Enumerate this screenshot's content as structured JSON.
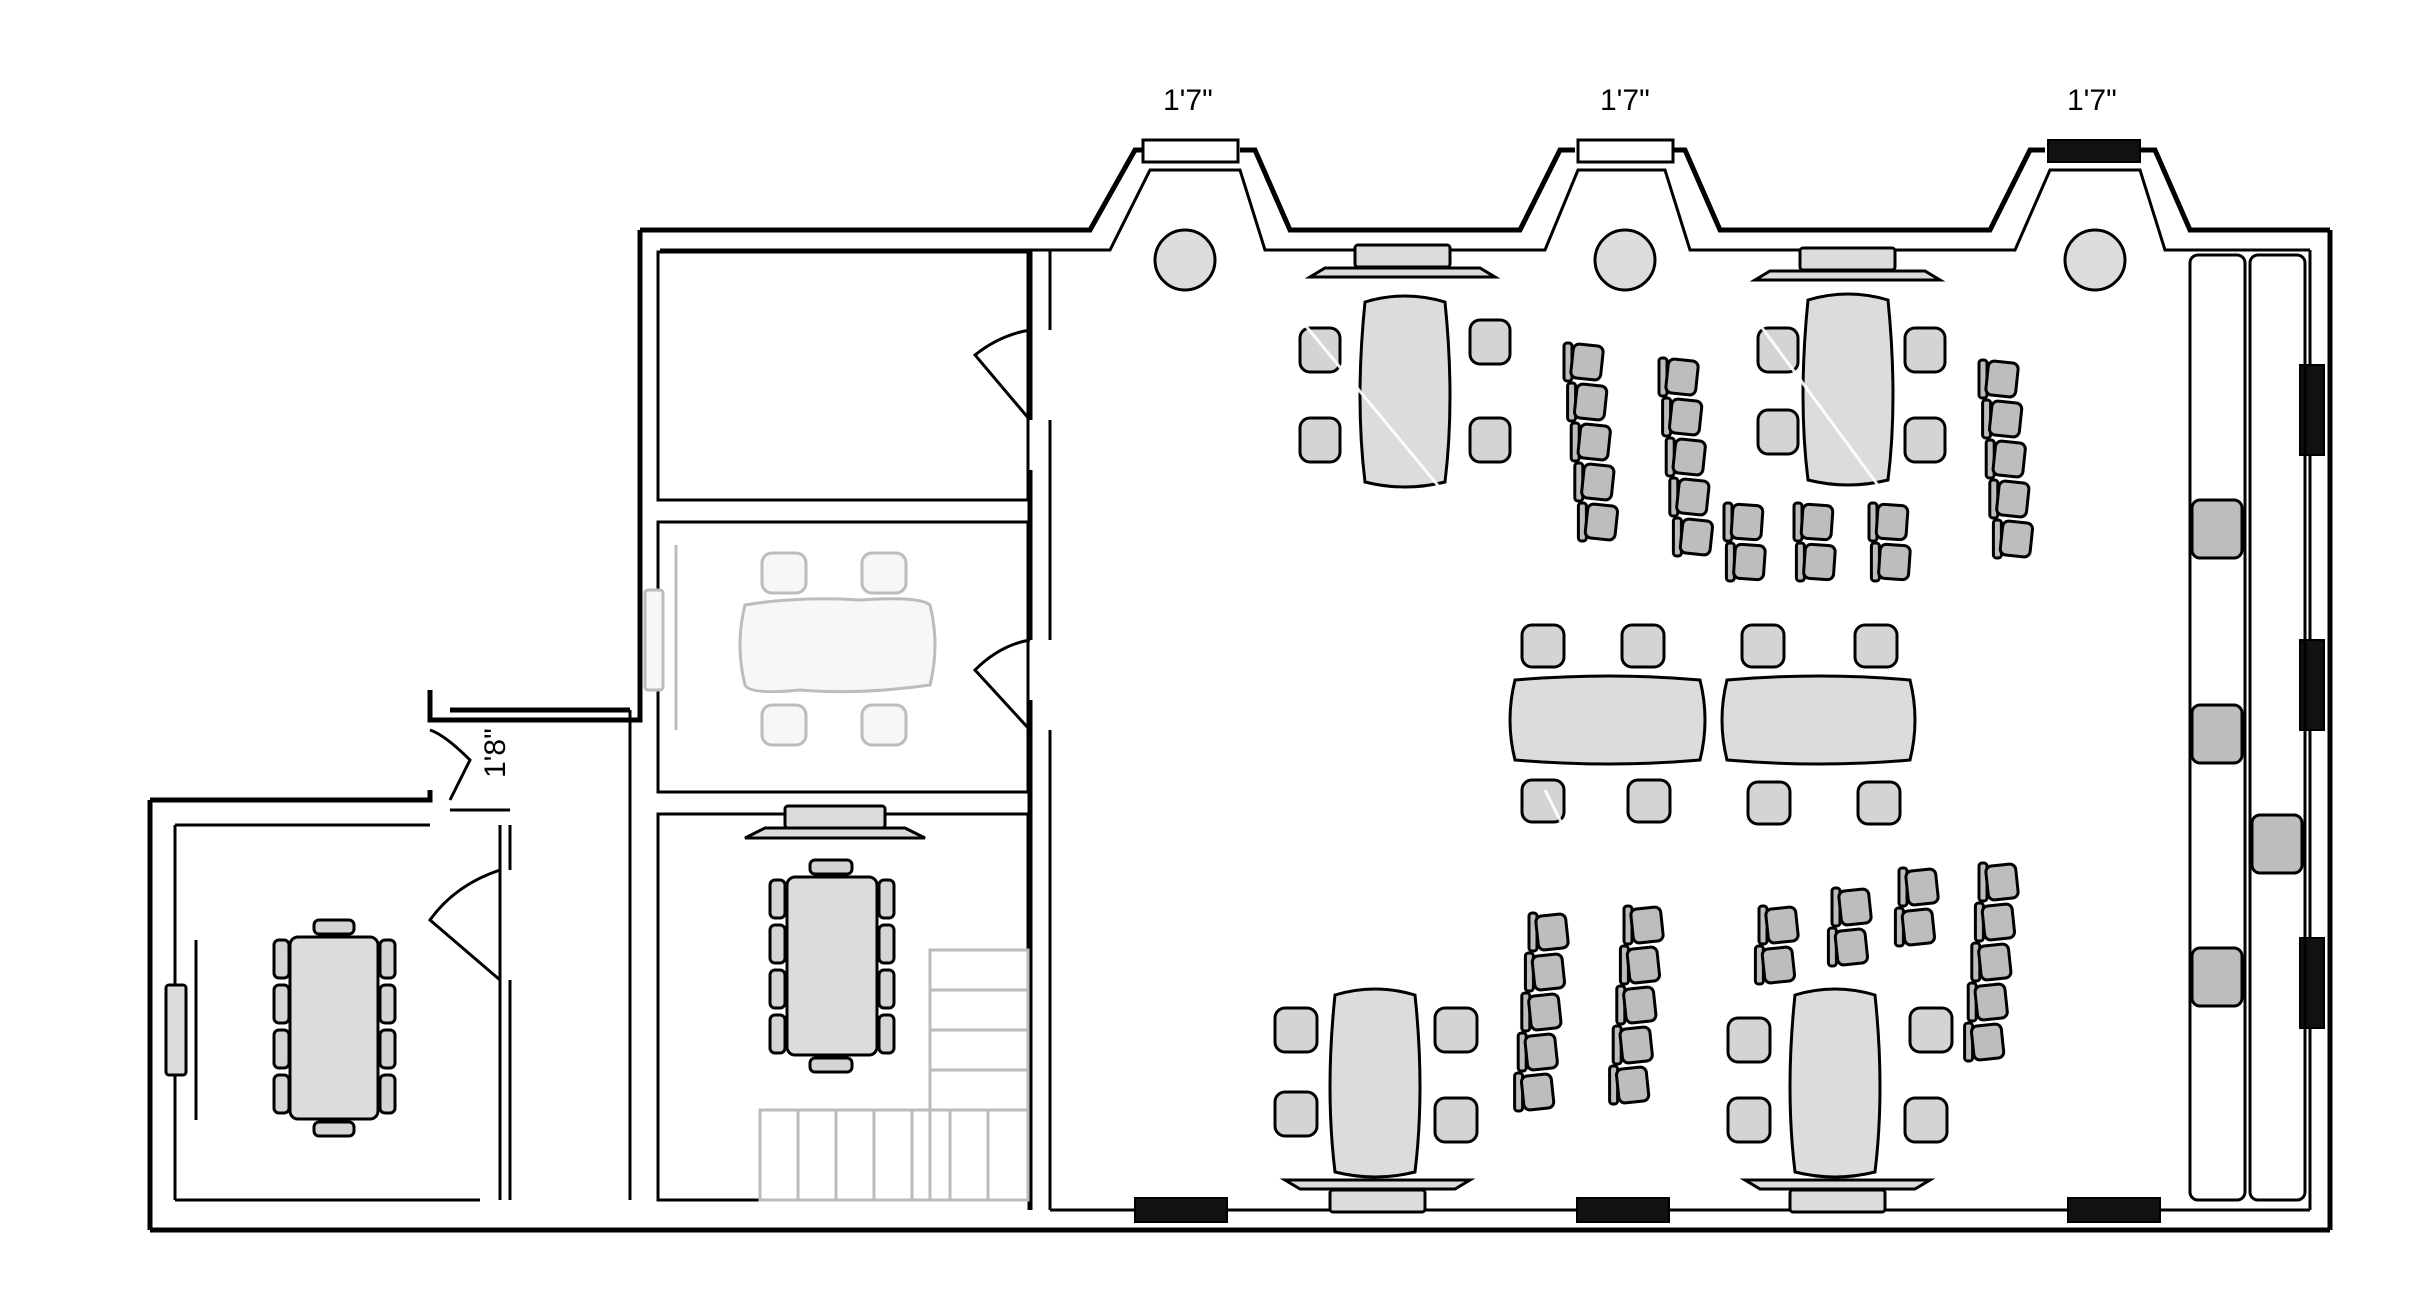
{
  "dimensions": {
    "bay_window_widths": [
      "1'7\"",
      "1'7\"",
      "1'7\""
    ],
    "door_width": "1'8\""
  },
  "colors": {
    "wall": "#000000",
    "furniture_fill": "#dcdcdc",
    "ghosted_furniture": "#bcbcbc",
    "background": "#ffffff"
  },
  "icons": [
    "door-swing-icon",
    "tv-screen-icon",
    "chair-icon",
    "table-icon",
    "column-icon",
    "window-icon",
    "stairs-icon"
  ]
}
